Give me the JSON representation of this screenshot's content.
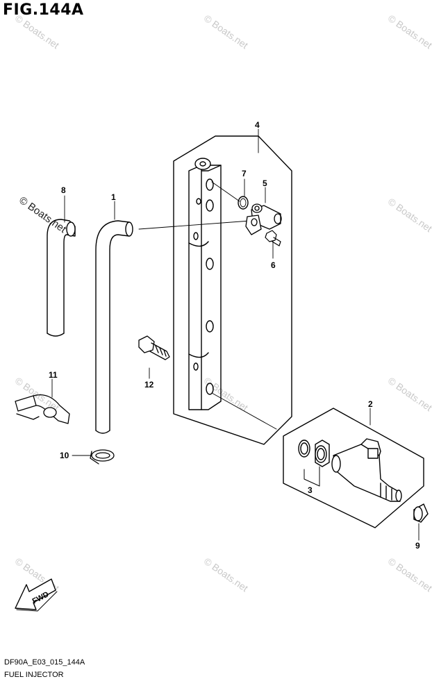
{
  "figure": {
    "title": "FIG.144A",
    "code": "DF90A_E03_015_144A",
    "name": "FUEL INJECTOR"
  },
  "watermark": {
    "text": "© Boats.net",
    "color": "#c9c9c9"
  },
  "fwd_label": "FWD",
  "callouts": [
    "1",
    "2",
    "3",
    "4",
    "5",
    "6",
    "7",
    "8",
    "9",
    "10",
    "11",
    "12"
  ]
}
